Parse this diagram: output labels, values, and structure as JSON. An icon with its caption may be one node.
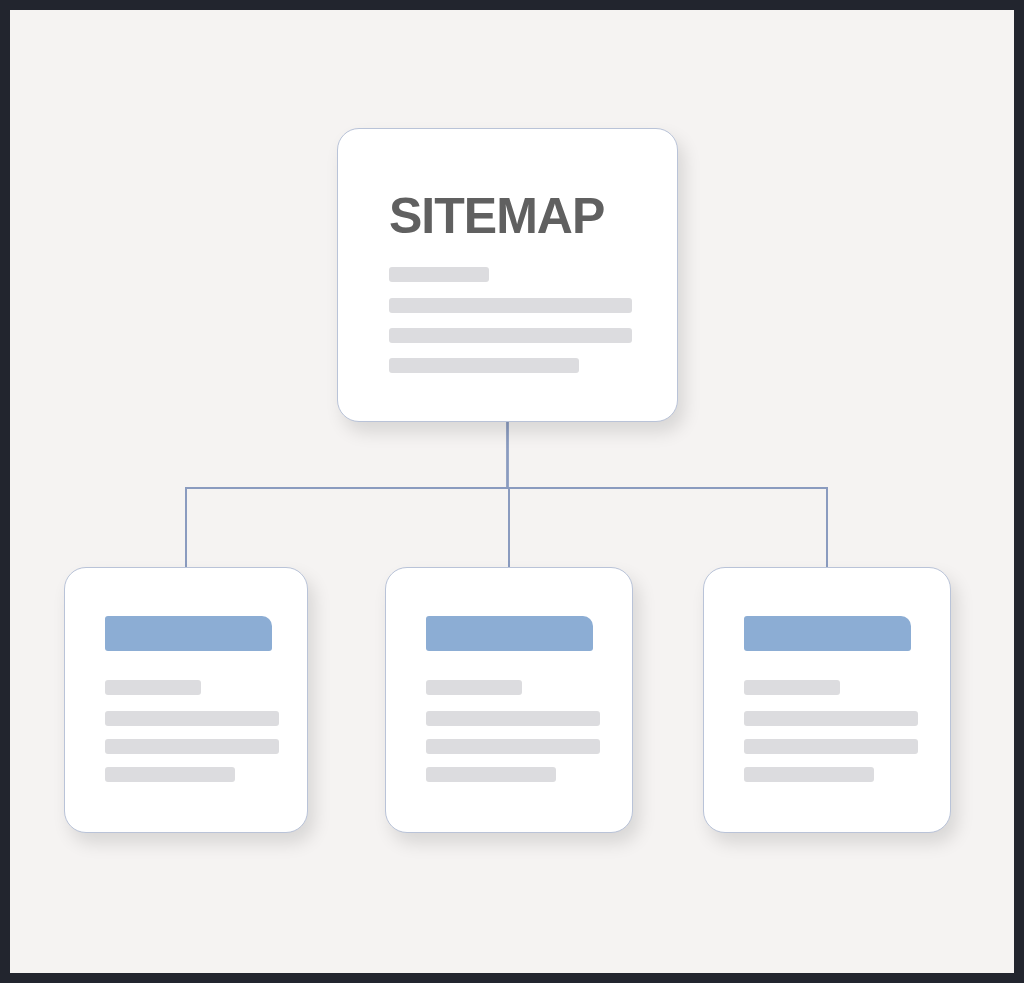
{
  "diagram": {
    "nodes": [
      {
        "text": [
          "SITEMAP"
        ]
      },
      {
        "text": [],
        "shape": "box"
      },
      {
        "text": [],
        "shape": "box"
      },
      {
        "text": [],
        "shape": "box"
      }
    ],
    "edges": [
      {
        "from": 0,
        "to": 1,
        "arrow": "none"
      },
      {
        "from": 0,
        "to": 2,
        "arrow": "none"
      },
      {
        "from": 0,
        "to": 3,
        "arrow": "none"
      }
    ]
  }
}
